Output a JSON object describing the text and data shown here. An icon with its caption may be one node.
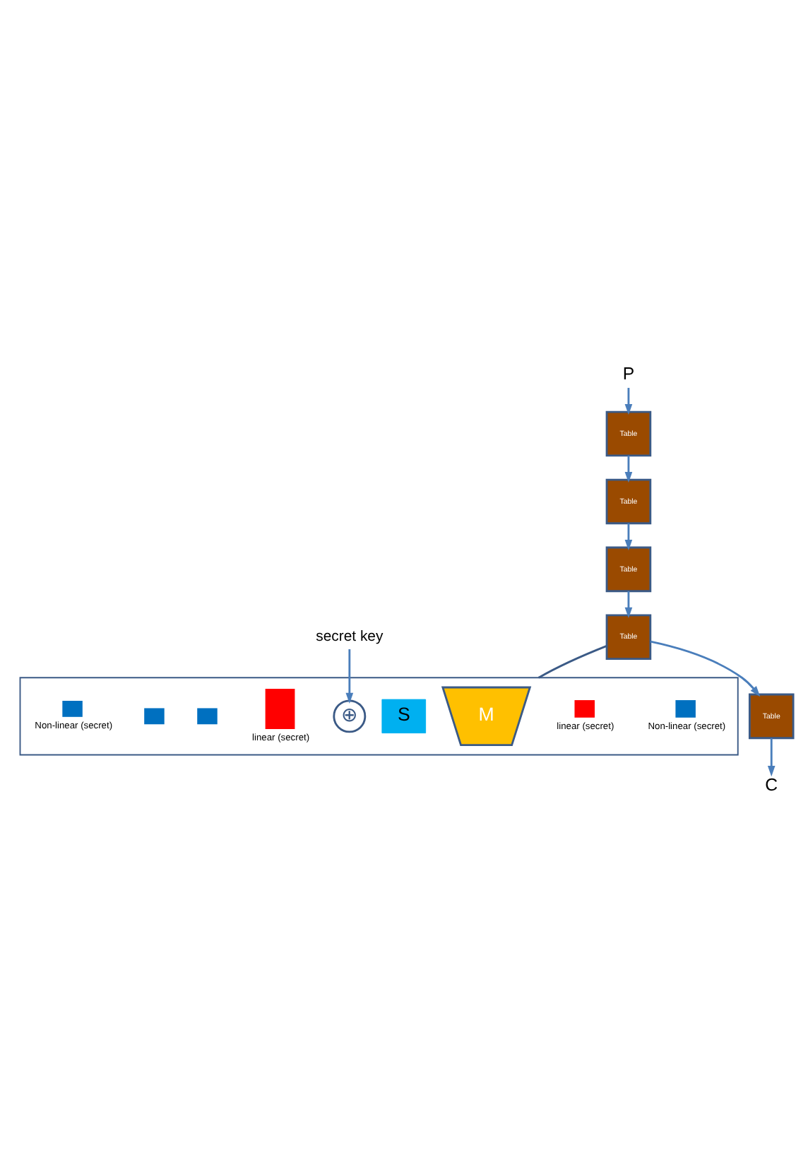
{
  "diagram": {
    "nodes": [
      {
        "text": [
          "Table"
        ]
      },
      {
        "text": [
          "Table"
        ]
      },
      {
        "text": [
          "Table"
        ]
      },
      {
        "text": [
          "Table"
        ]
      },
      {
        "text": [
          "Table"
        ]
      },
      {
        "text": [
          "P"
        ]
      },
      {
        "text": [
          "C"
        ]
      },
      {
        "text": [],
        "shape": "box"
      },
      {
        "text": [],
        "shape": "bar",
        "in": 7,
        "beside": [
          "Non-linear (secret)"
        ]
      },
      {
        "text": [],
        "shape": "bar",
        "in": 7,
        "beside": [
          "linear (secret)"
        ]
      },
      {
        "text": [
          "⊕"
        ],
        "in": 7
      },
      {
        "text": [
          "S"
        ],
        "in": 7
      },
      {
        "text": [
          "M"
        ],
        "in": 7
      },
      {
        "text": [],
        "shape": "bar",
        "in": 7,
        "beside": [
          "linear (secret)"
        ]
      },
      {
        "text": [],
        "shape": "bar",
        "in": 7
      },
      {
        "text": [],
        "shape": "bar",
        "in": 7
      },
      {
        "text": [],
        "shape": "bar",
        "in": 7,
        "beside": [
          "Non-linear (secret)"
        ]
      },
      {
        "text": [
          "secret key"
        ]
      }
    ],
    "edges": [
      {
        "from": 5,
        "to": 2,
        "arrow": "to"
      },
      {
        "from": 2,
        "to": 1,
        "arrow": "to"
      },
      {
        "from": 1,
        "to": 4,
        "arrow": "to"
      },
      {
        "from": 4,
        "to": 3,
        "arrow": "to"
      },
      {
        "from": 3,
        "to": 0,
        "arrow": "to"
      },
      {
        "from": 0,
        "to": 6,
        "arrow": "to"
      },
      {
        "from": 3,
        "to": 7,
        "arrow": "none",
        "color": "#3b5a86"
      },
      {
        "from": 17,
        "to": 10,
        "arrow": "to"
      }
    ]
  }
}
